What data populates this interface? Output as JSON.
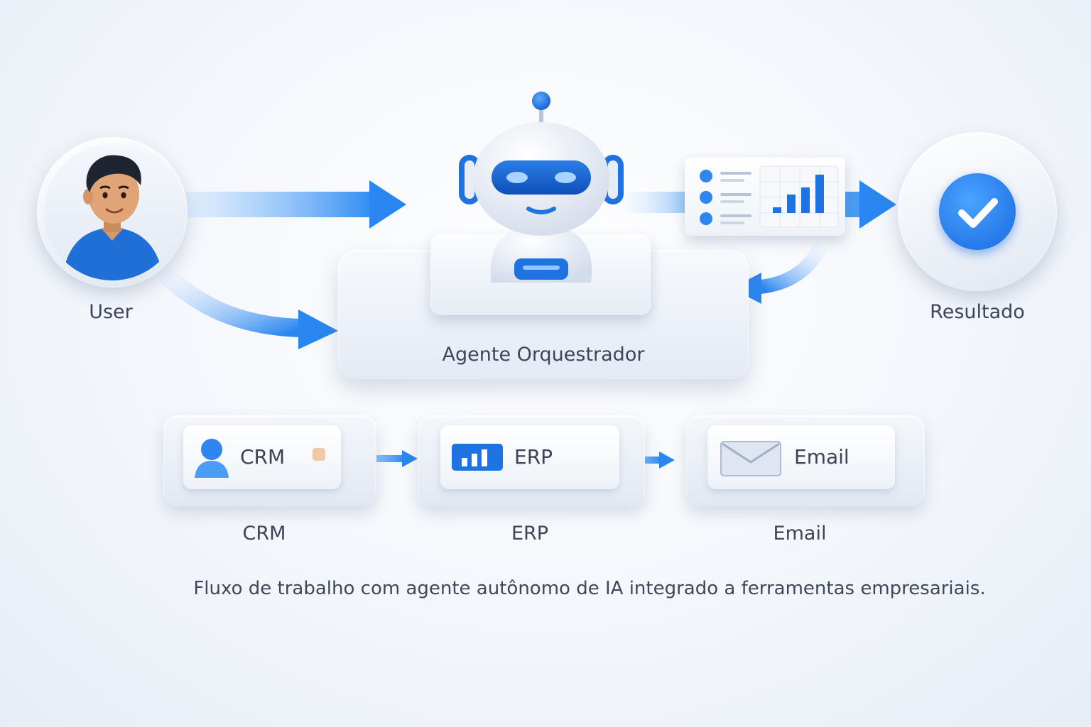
{
  "nodes": {
    "user": {
      "label": "User"
    },
    "agent": {
      "label": "Agente Orquestrador"
    },
    "result": {
      "label": "Resultado"
    }
  },
  "tools": [
    {
      "name": "CRM",
      "icon": "user-icon",
      "caption": "CRM"
    },
    {
      "name": "ERP",
      "icon": "bar-chart-icon",
      "caption": "ERP"
    },
    {
      "name": "Email",
      "icon": "envelope-icon",
      "caption": "Email"
    }
  ],
  "caption": "Fluxo de trabalho com agente autônomo de IA integrado a ferramentas empresariais.",
  "colors": {
    "accent": "#1f7ae8",
    "accent_light": "#8fc4ff",
    "text": "#3c4658"
  }
}
